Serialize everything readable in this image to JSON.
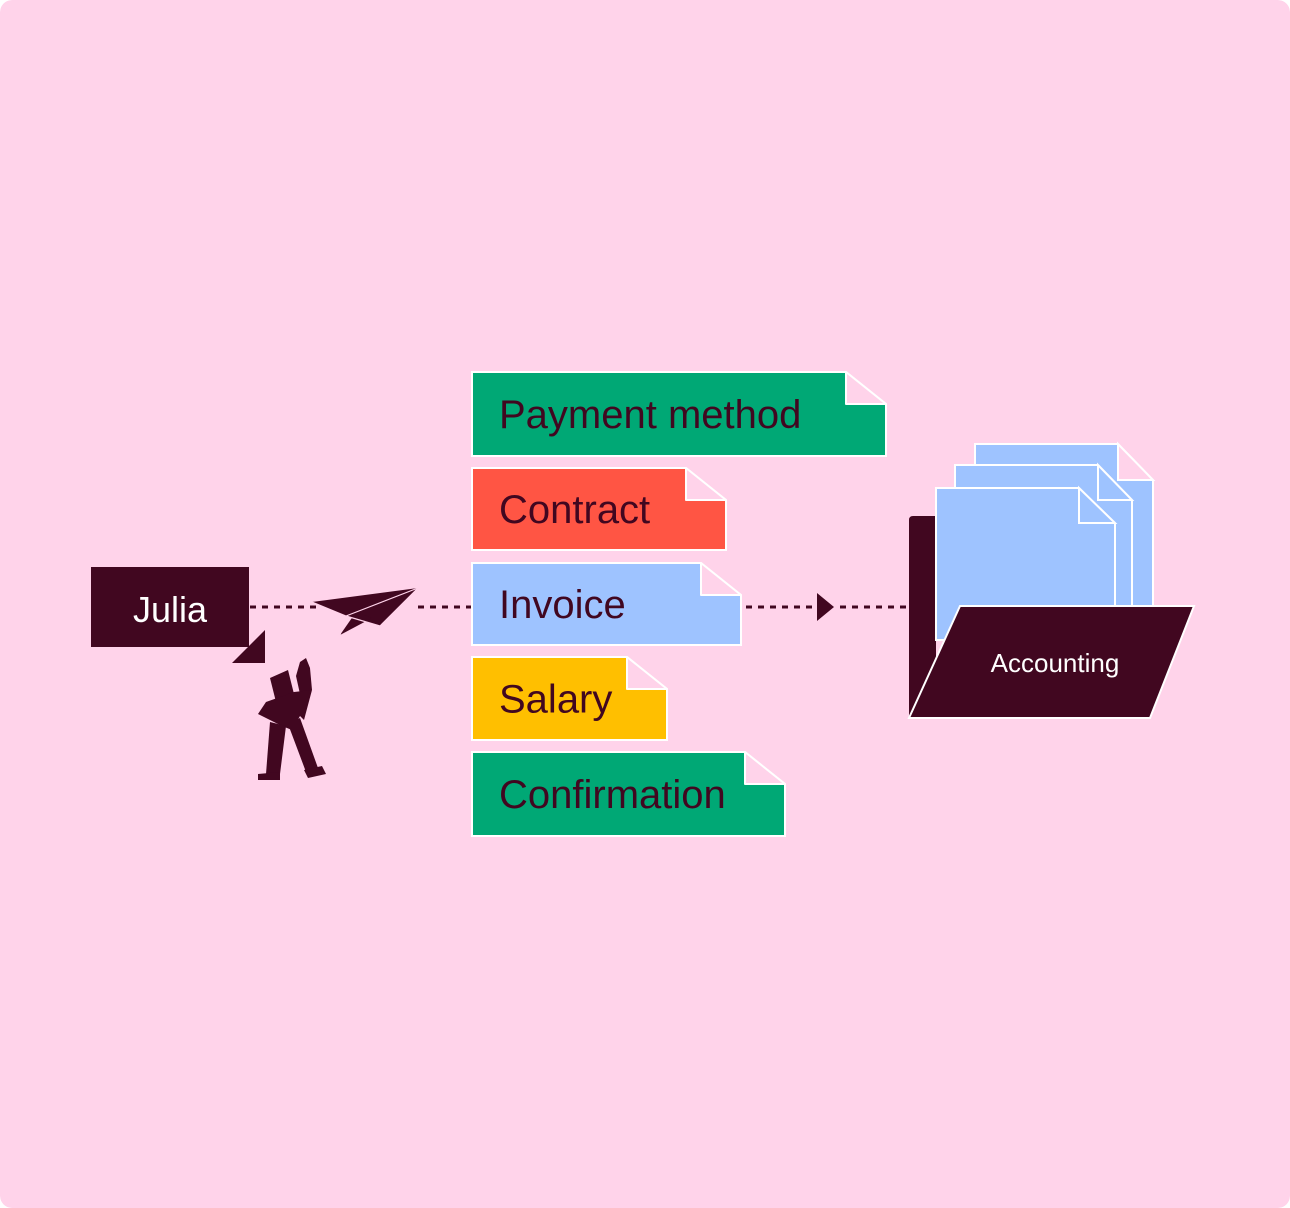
{
  "colors": {
    "background": "#FFD3EA",
    "dark": "#410720",
    "green": "#00A875",
    "red": "#FF5544",
    "blue": "#9EC3FF",
    "yellow": "#FFBF00",
    "white": "#FFFFFF"
  },
  "sender": {
    "name": "Julia",
    "icon": "person-waving-icon"
  },
  "paper_plane": {
    "icon": "paper-plane-icon"
  },
  "documents": [
    {
      "label": "Payment method",
      "color": "green"
    },
    {
      "label": "Contract",
      "color": "red"
    },
    {
      "label": "Invoice",
      "color": "blue"
    },
    {
      "label": "Salary",
      "color": "yellow"
    },
    {
      "label": "Confirmation",
      "color": "green"
    }
  ],
  "destination": {
    "label": "Accounting",
    "icon": "folder-icon"
  }
}
